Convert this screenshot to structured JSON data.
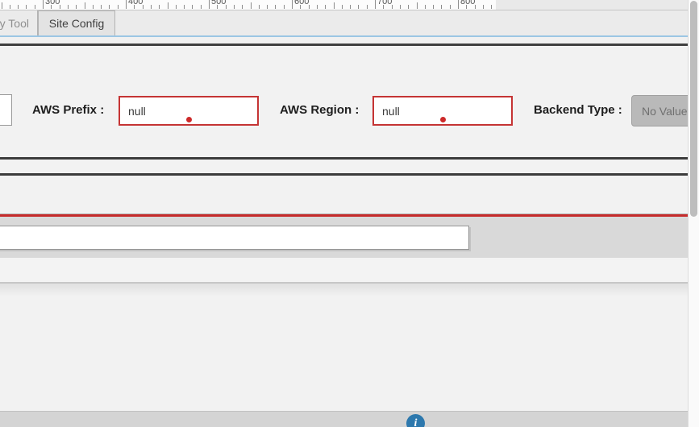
{
  "ruler": {
    "unit_labels": [
      "300",
      "400",
      "500",
      "600",
      "700",
      "800"
    ]
  },
  "tabs": [
    {
      "label": "y Tool",
      "active": false
    },
    {
      "label": "Site Config",
      "active": true
    }
  ],
  "form": {
    "aws_prefix": {
      "label": "AWS Prefix :",
      "value": "null"
    },
    "aws_region": {
      "label": "AWS Region :",
      "value": "null"
    },
    "backend_type": {
      "label": "Backend Type :",
      "value": "No Value"
    }
  },
  "bottom_input": {
    "value": ""
  },
  "footer": {
    "info_glyph": "i"
  },
  "colors": {
    "error_border": "#c53434",
    "error_dot": "#cd2a2a",
    "red_rule": "#c62b2b",
    "blue_rule": "#9cc6e4",
    "info_blue": "#2d78ad"
  }
}
